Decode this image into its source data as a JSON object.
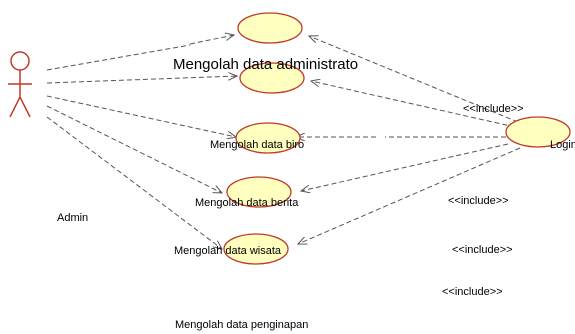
{
  "actor": {
    "name": "Admin"
  },
  "use_cases": [
    {
      "id": "uc_top",
      "label": ""
    },
    {
      "id": "uc_admin",
      "label": "Mengolah data administrato"
    },
    {
      "id": "uc_biro",
      "label": "Mengolah data biro"
    },
    {
      "id": "uc_berita",
      "label": "Mengolah data berita"
    },
    {
      "id": "uc_wisata",
      "label": "Mengolah data wisata"
    },
    {
      "id": "uc_login",
      "label": "Login"
    }
  ],
  "orphan_labels": {
    "penginapan": "Mengolah data penginapan"
  },
  "include_labels": [
    "<<include>>",
    "<<include>>",
    "<<include>>",
    "<<include>>"
  ],
  "colors": {
    "usecase_fill": "#ffffc0",
    "usecase_stroke": "#c0392b",
    "actor_stroke": "#c0392b",
    "line": "#555555"
  }
}
